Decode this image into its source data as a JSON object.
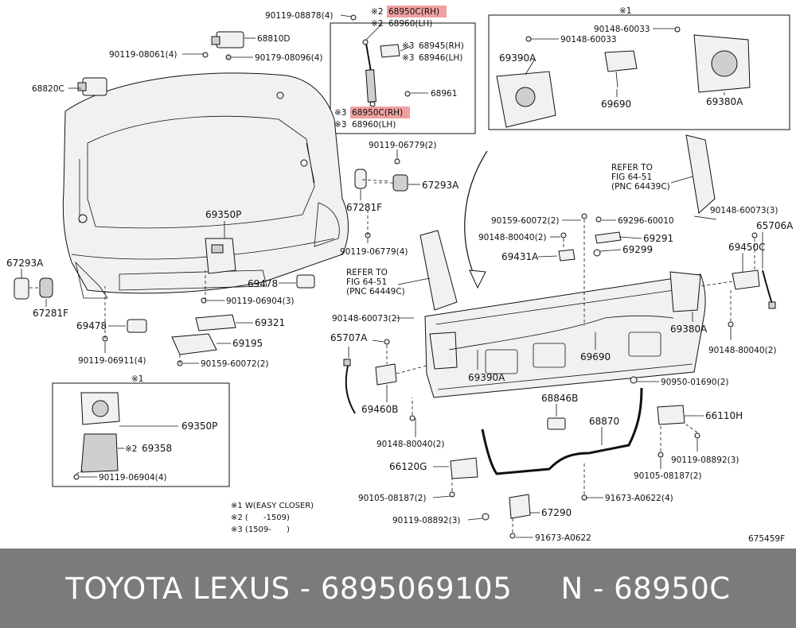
{
  "labels": {
    "l_90119_08878": "90119-08878(4)",
    "l_68950c_top": "68950C(RH)",
    "l_68960_top": "68960(LH)",
    "l_mark2a": "※2",
    "l_mark2b": "※2",
    "l_68810d": "68810D",
    "l_90119_08061": "90119-08061(4)",
    "l_90179_08096": "90179-08096(4)",
    "l_68820c": "68820C",
    "l_68945": "68945(RH)",
    "l_68946": "68946(LH)",
    "l_mark3a": "※3",
    "l_mark3b": "※3",
    "l_68961": "68961",
    "l_68950c_bot": "68950C(RH)",
    "l_68960_bot": "68960(LH)",
    "l_mark3c": "※3",
    "l_mark3d": "※3",
    "l_mark1_top": "※1",
    "l_90148_60033_a": "90148-60033",
    "l_90148_60033_b": "90148-60033",
    "l_69390a_top": "69390A",
    "l_69690_top": "69690",
    "l_69380a_top": "69380A",
    "l_90119_06779_a": "90119-06779(2)",
    "l_67293a_r": "67293A",
    "l_67281f_r": "67281F",
    "l_90119_06779_b": "90119-06779(4)",
    "l_69350p": "69350P",
    "l_67293a_l": "67293A",
    "l_67281f_l": "67281F",
    "l_69478_r": "69478",
    "l_90119_06904_a": "90119-06904(3)",
    "l_69478_l": "69478",
    "l_69321": "69321",
    "l_90119_06911": "90119-06911(4)",
    "l_69195": "69195",
    "l_90159_60072_a": "90159-60072(2)",
    "l_refer1_a": "REFER TO",
    "l_refer1_b": "FIG 64-51",
    "l_refer1_c": "(PNC 64439C)",
    "l_refer2_a": "REFER TO",
    "l_refer2_b": "FIG 64-51",
    "l_refer2_c": "(PNC 64449C)",
    "l_90159_60072_b": "90159-60072(2)",
    "l_69296": "69296-60010",
    "l_90148_60073_a": "90148-60073(3)",
    "l_90148_80040_a": "90148-80040(2)",
    "l_69291": "69291",
    "l_65706a": "65706A",
    "l_69431a": "69431A",
    "l_69299": "69299",
    "l_69450c": "69450C",
    "l_90148_60073_b": "90148-60073(2)",
    "l_65707a": "65707A",
    "l_69380a_mid": "69380A",
    "l_90148_80040_b": "90148-80040(2)",
    "l_69690_mid": "69690",
    "l_69390a_mid": "69390A",
    "l_90950": "90950-01690(2)",
    "l_69460b": "69460B",
    "l_68846b": "68846B",
    "l_66110h": "66110H",
    "l_90148_80040_c": "90148-80040(2)",
    "l_68870": "68870",
    "l_90119_08892_a": "90119-08892(3)",
    "l_66120g": "66120G",
    "l_90105_08187_a": "90105-08187(2)",
    "l_90105_08187_b": "90105-08187(2)",
    "l_91673_a0622_a": "91673-A0622(4)",
    "l_67290": "67290",
    "l_90119_08892_b": "90119-08892(3)",
    "l_91673_a0622_b": "91673-A0622",
    "l_mark1_box": "※1",
    "l_69350p_box": "69350P",
    "l_69358": "69358",
    "l_mark2_box": "※2",
    "l_90119_06904_b": "90119-06904(4)",
    "l_note1": "※1 W(EASY CLOSER)",
    "l_note2": "※2 (      -1509)",
    "l_note3": "※3 (1509-      )",
    "l_fig": "675459F"
  },
  "footer": {
    "brand": "TOYOTA LEXUS",
    "separator": " - ",
    "part_number": "6895069105",
    "spacer": "     ",
    "n_label": "N",
    "separator2": " - ",
    "n_value": "68950C"
  },
  "colors": {
    "highlight": "#f0a0a0",
    "footer_bg": "#7b7b7b"
  }
}
